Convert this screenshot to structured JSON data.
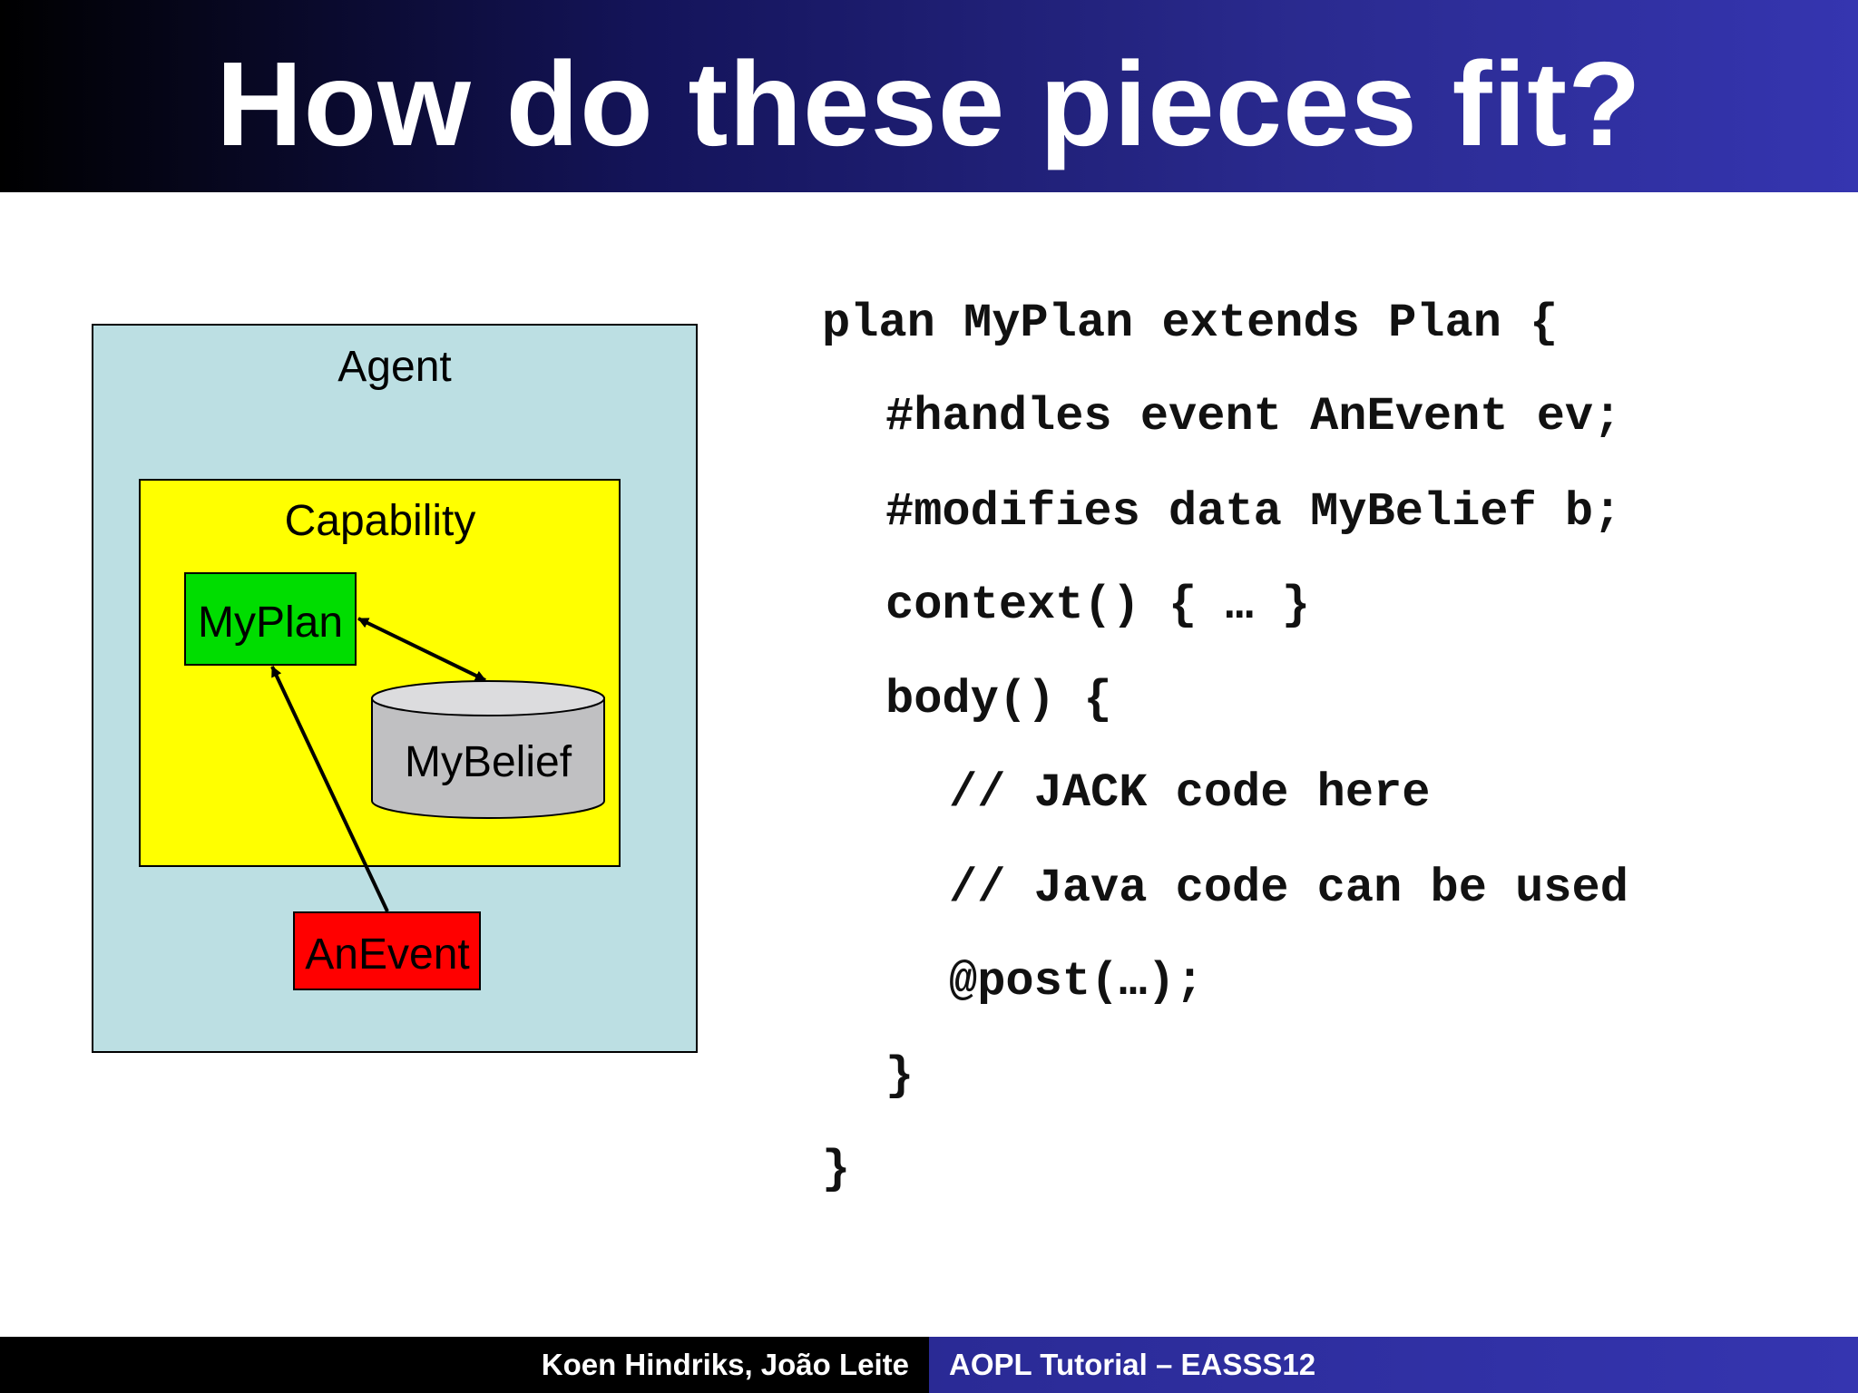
{
  "slide": {
    "title": "How do these pieces fit?"
  },
  "diagram": {
    "agent_label": "Agent",
    "capability_label": "Capability",
    "plan_label": "MyPlan",
    "belief_label": "MyBelief",
    "event_label": "AnEvent",
    "colors": {
      "agent_fill": "#bcdfe3",
      "capability_fill": "#ffff00",
      "plan_fill": "#00dd00",
      "belief_fill": "#c0c0c2",
      "belief_top": "#dcdcde",
      "event_fill": "#ff0000"
    }
  },
  "code": {
    "lines": [
      "plan MyPlan extends Plan {",
      "#handles event AnEvent ev;",
      "#modifies data MyBelief b;",
      "context() { … }",
      "body() {",
      "// JACK code here",
      "// Java code can be used",
      "@post(…);",
      "}",
      "}"
    ]
  },
  "footer": {
    "authors": "Koen Hindriks, João Leite",
    "event": "AOPL Tutorial – EASSS12"
  }
}
